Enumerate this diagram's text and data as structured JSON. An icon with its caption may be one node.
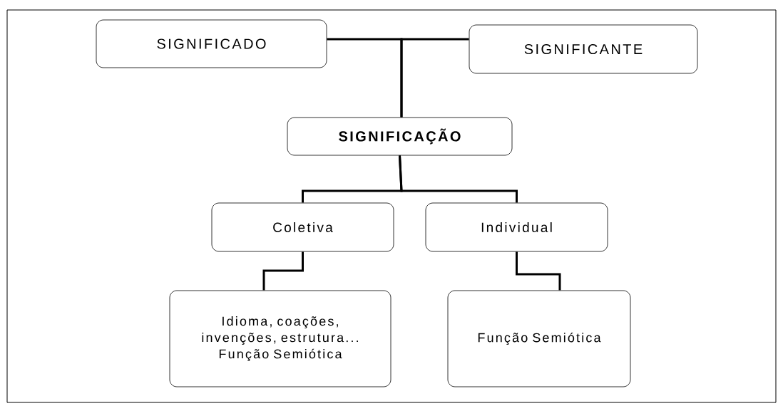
{
  "diagram": {
    "nodes": [
      {
        "text": [
          "SIGNIFICADO"
        ]
      },
      {
        "text": [
          "SIGNIFICANTE"
        ]
      },
      {
        "text": [
          "SIGNIFICAÇÃO"
        ]
      },
      {
        "text": [
          "Coletiva"
        ]
      },
      {
        "text": [
          "Individual"
        ]
      },
      {
        "text": [
          "Idioma, coações, invenções, estrutura... Função Semiótica"
        ]
      },
      {
        "text": [
          "Função Semiótica"
        ]
      }
    ],
    "edges": [
      {
        "from": 0,
        "to": 2,
        "arrow": "none"
      },
      {
        "from": 1,
        "to": 2,
        "arrow": "none"
      },
      {
        "from": 2,
        "to": 3,
        "arrow": "none"
      },
      {
        "from": 2,
        "to": 4,
        "arrow": "none"
      },
      {
        "from": 3,
        "to": 5,
        "arrow": "none"
      },
      {
        "from": 4,
        "to": 6,
        "arrow": "none"
      }
    ]
  }
}
